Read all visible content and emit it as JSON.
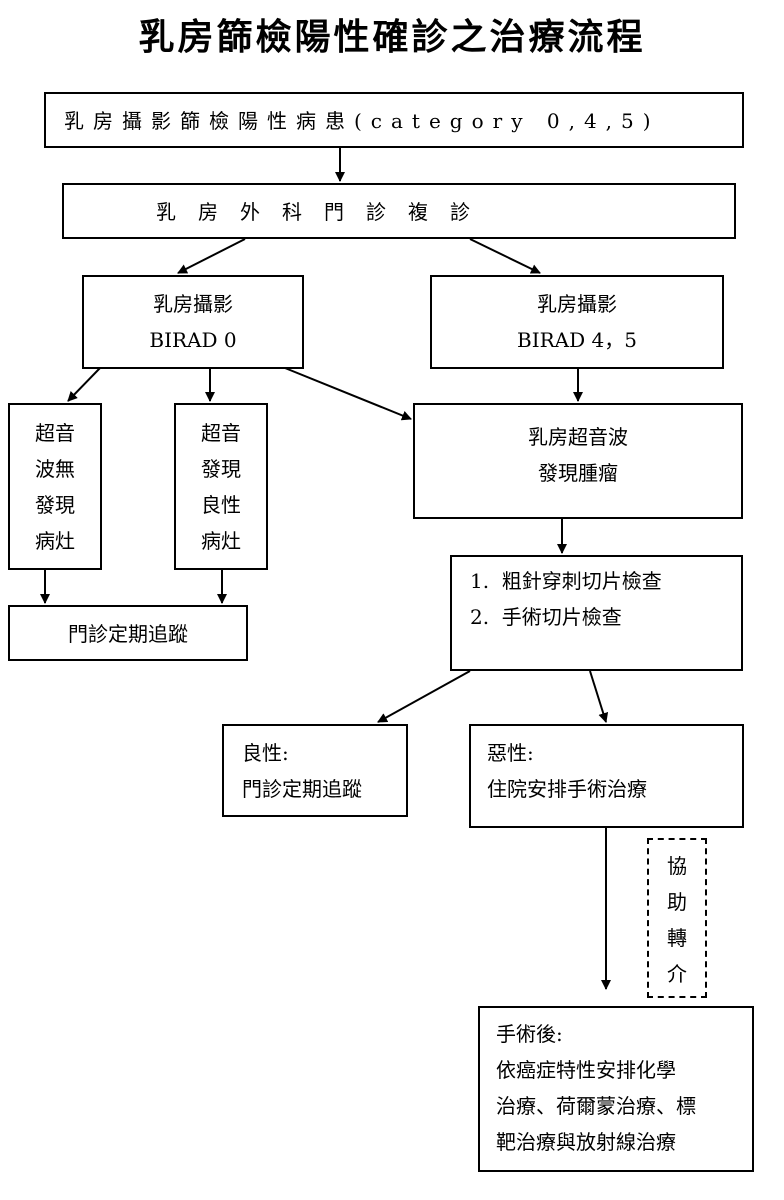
{
  "title": "乳房篩檢陽性確診之治療流程",
  "nodes": {
    "positive_patient": "乳房攝影篩檢陽性病患(category 0,4,5)",
    "surgery_clinic": "乳房外科門診複診",
    "birad0": {
      "line1": "乳房攝影",
      "line2": "BIRAD 0"
    },
    "birad45": {
      "line1": "乳房攝影",
      "line2": "BIRAD 4，5"
    },
    "us_no_lesion": [
      "超音",
      "波無",
      "發現",
      "病灶"
    ],
    "us_benign": [
      "超音",
      "發現",
      "良性",
      "病灶"
    ],
    "us_tumor": {
      "line1": "乳房超音波",
      "line2": "發現腫瘤"
    },
    "followup": "門診定期追蹤",
    "biopsy": {
      "line1": "1.  粗針穿刺切片檢查",
      "line2": "2.  手術切片檢查"
    },
    "benign": {
      "line1": "良性:",
      "line2": "門診定期追蹤"
    },
    "malignant": {
      "line1": "惡性:",
      "line2": "住院安排手術治療"
    },
    "referral": [
      "協",
      "助",
      "轉",
      "介"
    ],
    "post_surgery": {
      "line1": "手術後:",
      "line2": "依癌症特性安排化學",
      "line3": "治療、荷爾蒙治療、標",
      "line4": "靶治療與放射線治療"
    }
  }
}
